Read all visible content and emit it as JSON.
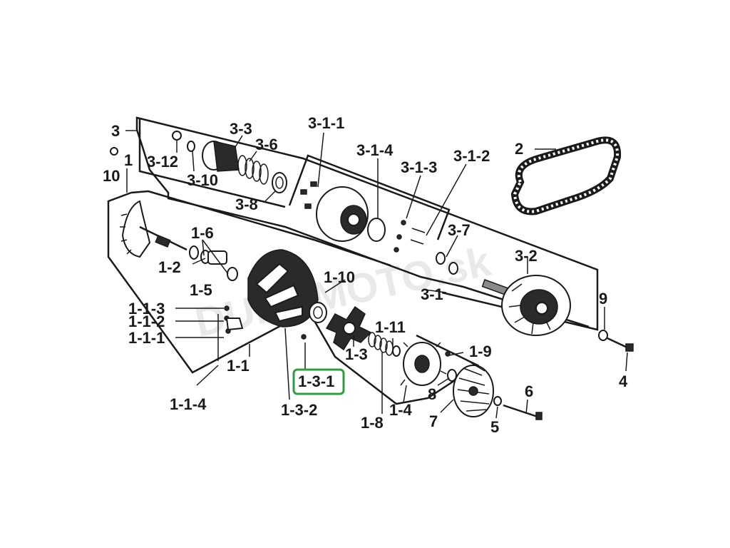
{
  "watermark": "DUNAMOTO.sk",
  "highlight_color": "#2e9e3e",
  "labels": {
    "l_3": "3",
    "l_3_1_1": "3-1-1",
    "l_3_3": "3-3",
    "l_3_6": "3-6",
    "l_3_12": "3-12",
    "l_3_10": "3-10",
    "l_3_8": "3-8",
    "l_3_1_4": "3-1-4",
    "l_3_1_3": "3-1-3",
    "l_3_1_2": "3-1-2",
    "l_2": "2",
    "l_1": "1",
    "l_10": "10",
    "l_1_6": "1-6",
    "l_1_2": "1-2",
    "l_1_5": "1-5",
    "l_3_7": "3-7",
    "l_3_2": "3-2",
    "l_1_10": "1-10",
    "l_3_1": "3-1",
    "l_1_1_3": "1-1-3",
    "l_1_1_2": "1-1-2",
    "l_1_1_1": "1-1-1",
    "l_1_11": "1-11",
    "l_9": "9",
    "l_1_3": "1-3",
    "l_1_9": "1-9",
    "l_1_1": "1-1",
    "l_4": "4",
    "l_1_3_1": "1-3-1",
    "l_8": "8",
    "l_6": "6",
    "l_1_1_4": "1-1-4",
    "l_1_3_2": "1-3-2",
    "l_1_4": "1-4",
    "l_7": "7",
    "l_5": "5",
    "l_1_8": "1-8"
  }
}
